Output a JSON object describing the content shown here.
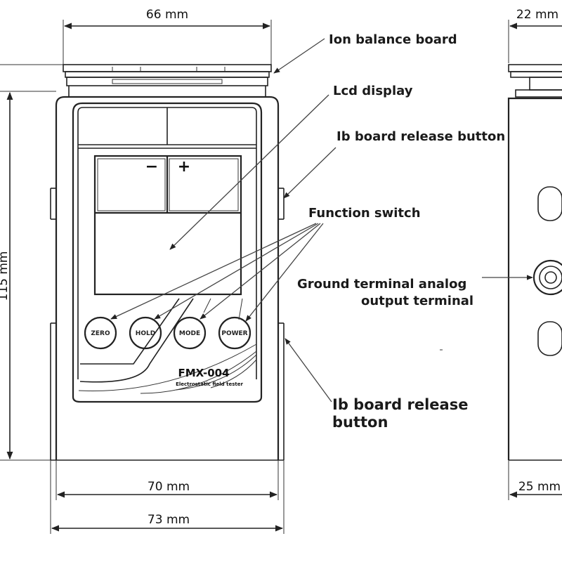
{
  "dimensions": {
    "width_top": "66 mm",
    "depth_top": "22 mm",
    "height": "115 mm",
    "width_body": "70 mm",
    "width_base": "73 mm",
    "depth_base": "25 mm"
  },
  "device": {
    "model": "FMX-004",
    "subtitle": "Electrostatic field tester",
    "minus_symbol": "−",
    "plus_symbol": "+",
    "buttons": [
      "ZERO",
      "HOLD",
      "MODE",
      "POWER"
    ]
  },
  "callouts": {
    "ion_balance_board": "Ion balance board",
    "lcd_display": "Lcd display",
    "ib_release_top": "Ib board release button",
    "function_switch": "Function switch",
    "ground_terminal_line1": "Ground terminal analog",
    "ground_terminal_line2": "output terminal",
    "ib_release_bottom_line1": "Ib board release",
    "ib_release_bottom_line2": "button"
  }
}
